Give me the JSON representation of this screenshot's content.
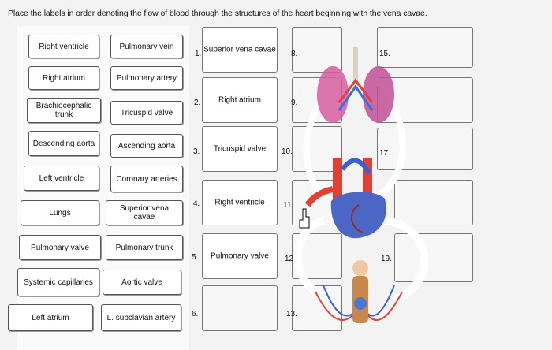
{
  "instruction": "Place the labels in order denoting the flow of blood through the structures of the heart beginning with the vena cavae.",
  "labels": {
    "right_ventricle": "Right ventricle",
    "pulmonary_vein": "Pulmonary vein",
    "right_atrium": "Right atrium",
    "pulmonary_artery": "Pulmonary artery",
    "brachiocephalic_trunk": "Brachiocephalic trunk",
    "tricuspid_valve": "Tricuspid valve",
    "descending_aorta": "Descending aorta",
    "ascending_aorta": "Ascending aorta",
    "left_ventricle": "Left ventricle",
    "coronary_arteries": "Coronary arteries",
    "lungs": "Lungs",
    "superior_vena_cavae": "Superior vena cavae",
    "pulmonary_valve": "Pulmonary valve",
    "pulmonary_trunk": "Pulmonary trunk",
    "systemic_capillaries": "Systemic capillaries",
    "aortic_valve": "Aortic valve",
    "left_atrium": "Left atrium",
    "l_subclavian_artery": "L. subclavian artery"
  },
  "slots": {
    "s1": {
      "num": "1.",
      "text": "Superior vena cavae"
    },
    "s2": {
      "num": "2.",
      "text": "Right atrium"
    },
    "s3": {
      "num": "3.",
      "text": "Tricuspid valve"
    },
    "s4": {
      "num": "4.",
      "text": "Right ventricle"
    },
    "s5": {
      "num": "5.",
      "text": "Pulmonary valve"
    },
    "s6": {
      "num": "6.",
      "text": ""
    },
    "s8": {
      "num": "8.",
      "text": ""
    },
    "s9": {
      "num": "9.",
      "text": ""
    },
    "s10": {
      "num": "10.",
      "text": ""
    },
    "s11": {
      "num": "11.",
      "text": ""
    },
    "s12": {
      "num": "12.",
      "text": ""
    },
    "s13": {
      "num": "13.",
      "text": ""
    },
    "s15": {
      "num": "15.",
      "text": ""
    },
    "s17": {
      "num": "17.",
      "text": ""
    },
    "s19": {
      "num": "19.",
      "text": ""
    }
  }
}
